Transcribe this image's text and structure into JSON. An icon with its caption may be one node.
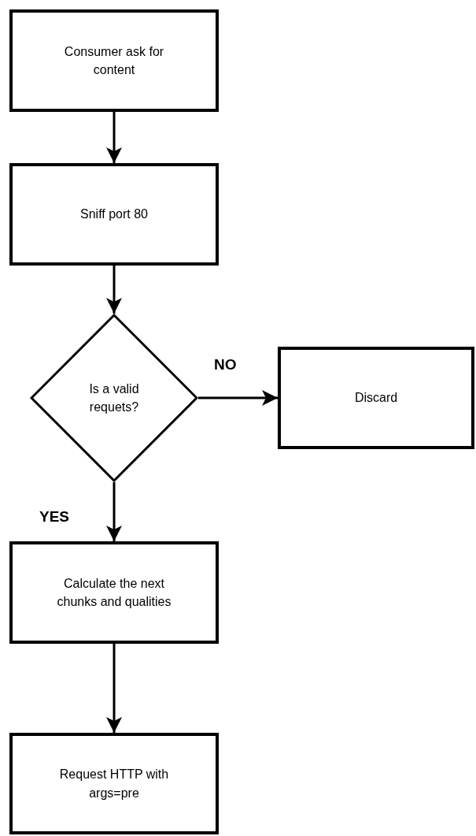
{
  "diagram": {
    "nodes": [
      {
        "text": [
          "Consumer ask for content"
        ]
      },
      {
        "text": [
          "Sniff port 80"
        ]
      },
      {
        "text": [
          "Is a valid requets?"
        ]
      },
      {
        "text": [
          "Discard"
        ]
      },
      {
        "text": [
          "Calculate the next chunks and qualities"
        ]
      },
      {
        "text": [
          "Request HTTP with args=pre"
        ]
      }
    ],
    "edges": [
      {
        "from": 0,
        "to": 1,
        "arrow": "to"
      },
      {
        "from": 1,
        "to": 2,
        "arrow": "to"
      },
      {
        "from": 2,
        "to": 3,
        "arrow": "to",
        "label": "NO"
      },
      {
        "from": 2,
        "to": 4,
        "arrow": "to",
        "label": "YES"
      },
      {
        "from": 4,
        "to": 5,
        "arrow": "to"
      }
    ]
  }
}
